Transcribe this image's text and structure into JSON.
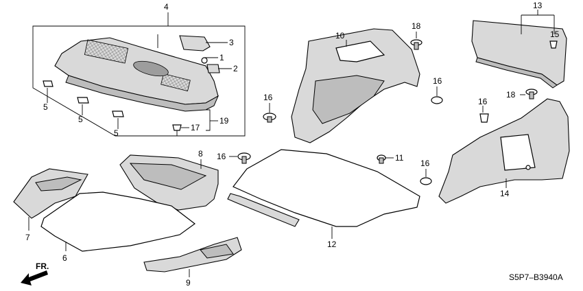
{
  "diagram_code": "S5P7–B3940A",
  "direction_label": "FR.",
  "callouts": {
    "c1": "1",
    "c2": "2",
    "c3": "3",
    "c4": "4",
    "c5a": "5",
    "c5b": "5",
    "c5c": "5",
    "c6": "6",
    "c7": "7",
    "c8": "8",
    "c9": "9",
    "c10": "10",
    "c11": "11",
    "c12": "12",
    "c13": "13",
    "c14": "14",
    "c15": "15",
    "c16a": "16",
    "c16b": "16",
    "c16c": "16",
    "c16d": "16",
    "c16e": "16",
    "c17": "17",
    "c18a": "18",
    "c18b": "18",
    "c19": "19"
  }
}
